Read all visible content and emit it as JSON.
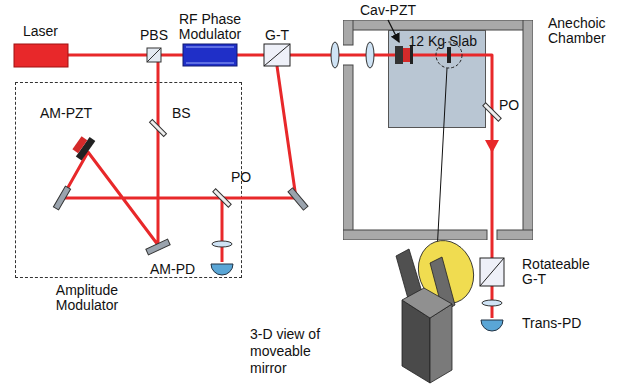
{
  "diagram": {
    "nodes": [
      {
        "text": [
          "Anechoic Chamber"
        ]
      },
      {
        "text": [
          "12 Kg Slab"
        ],
        "in": 0
      },
      {
        "text": [
          "Amplitude Modulator"
        ]
      }
    ],
    "labels": [
      "Laser",
      "PBS",
      "RF Phase Modulator",
      "G-T",
      "Cav-PZT",
      "PO",
      "PO",
      "AM-PZT",
      "BS",
      "AM-PD",
      "Rotateable G-T",
      "Trans-PD",
      "3-D view of moveable mirror"
    ]
  }
}
